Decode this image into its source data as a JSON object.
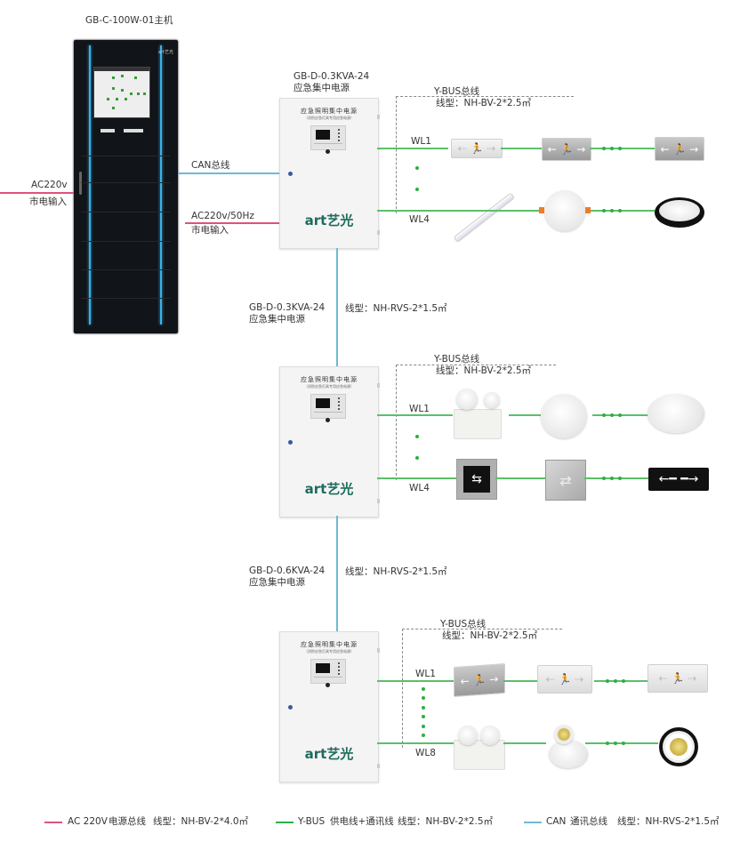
{
  "host": {
    "title": "GB-C-100W-01主机",
    "logo": "art艺光"
  },
  "mains_input": {
    "voltage": "AC220v",
    "label": "市电输入"
  },
  "can_bus_label": "CAN总线",
  "panel1_input": {
    "voltage": "AC220v/50Hz",
    "label": "市电输入"
  },
  "panels": [
    {
      "model": "GB-D-0.3KVA-24",
      "name": "应急集中电源",
      "face_title": "应急照明集中电源",
      "face_subtitle": "（消防应急灯具专用应急电源）",
      "logo": "art艺光",
      "ybus_title": "Y-BUS总线",
      "ybus_spec": "线型：NH-BV-2*2.5㎡",
      "circuits": [
        "WL1",
        "WL4"
      ]
    },
    {
      "model": "GB-D-0.3KVA-24",
      "name": "应急集中电源",
      "face_title": "应急照明集中电源",
      "face_subtitle": "（消防应急灯具专用应急电源）",
      "logo": "art艺光",
      "ybus_title": "Y-BUS总线",
      "ybus_spec": "线型：NH-BV-2*2.5㎡",
      "circuits": [
        "WL1",
        "WL4"
      ]
    },
    {
      "model": "GB-D-0.6KVA-24",
      "name": "应急集中电源",
      "face_title": "应急照明集中电源",
      "face_subtitle": "（消防应急灯具专用应急电源）",
      "logo": "art艺光",
      "ybus_title": "Y-BUS总线",
      "ybus_spec": "线型：NH-BV-2*2.5㎡",
      "circuits": [
        "WL1",
        "WL8"
      ]
    }
  ],
  "can_links": [
    {
      "spec": "线型：NH-RVS-2*1.5㎡"
    },
    {
      "spec": "线型：NH-RVS-2*1.5㎡"
    }
  ],
  "devices": {
    "panel1_wl1": [
      "exit-sign-light",
      "exit-sign-silver",
      "exit-sign-silver"
    ],
    "panel1_wl4": [
      "tube-light",
      "round-downlight",
      "oval-bulkhead-light"
    ],
    "panel2_wl1": [
      "twin-head-emergency-light",
      "round-ceiling-light",
      "round-ceiling-lamp"
    ],
    "panel2_wl4": [
      "floor-arrow-sign",
      "steel-arrow-sign",
      "black-arrow-sign"
    ],
    "panel3_wl1": [
      "hanging-exit-sign",
      "exit-sign-frosted",
      "exit-sign-white"
    ],
    "panel3_wl8": [
      "twin-head-emergency-light",
      "single-spotlight",
      "recessed-spotlight"
    ]
  },
  "legend": [
    {
      "color": "#e0527a",
      "name": "AC 220V",
      "desc": "电源总线",
      "spec": "线型：NH-BV-2*4.0㎡"
    },
    {
      "color": "#2fae44",
      "name": "Y-BUS",
      "desc": "供电线+通讯线",
      "spec": "线型：NH-BV-2*2.5㎡"
    },
    {
      "color": "#6fb9d6",
      "name": "CAN",
      "desc": "通讯总线",
      "spec": "线型：NH-RVS-2*1.5㎡"
    }
  ],
  "colors": {
    "ac220": "#e0527a",
    "ybus": "#5bbf6a",
    "can": "#6fb9d6",
    "brand": "#1d6c5e"
  }
}
